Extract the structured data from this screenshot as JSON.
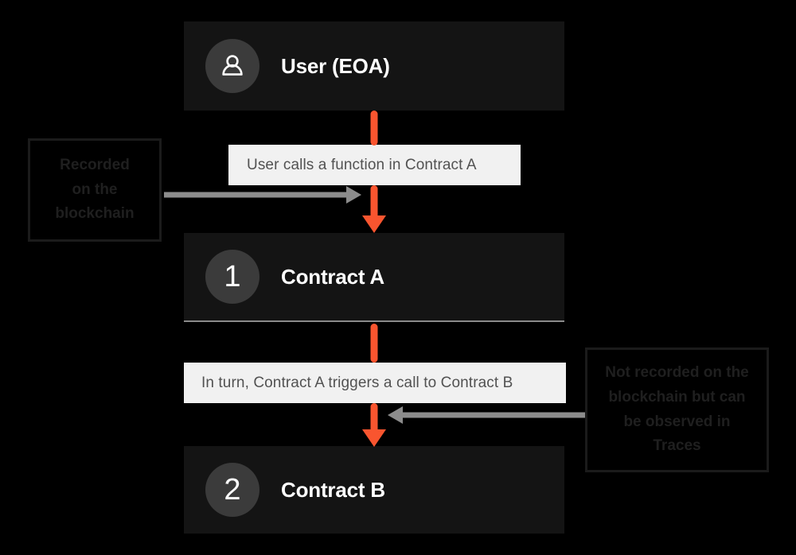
{
  "diagram": {
    "title": "Contract call flow",
    "background_color": "#000000",
    "accent_color": "#f9552f",
    "grey_color": "#8c8c8c",
    "node_bg_color": "#141414",
    "label_bg_color": "#f1f1f1"
  },
  "nodes": [
    {
      "id": "user",
      "badge_type": "person-icon",
      "badge_text": "",
      "label": "User (EOA)"
    },
    {
      "id": "contract-a",
      "badge_type": "number",
      "badge_text": "1",
      "label": "Contract A"
    },
    {
      "id": "contract-b",
      "badge_type": "number",
      "badge_text": "2",
      "label": "Contract B"
    }
  ],
  "messages": [
    {
      "id": "msg-1",
      "text": "User calls a function in Contract A"
    },
    {
      "id": "msg-2",
      "text": "In turn, Contract A triggers a call to Contract B"
    }
  ],
  "annotations": {
    "left": {
      "lines": [
        "Recorded",
        "on the",
        "blockchain"
      ],
      "full_text": "Recorded on the blockchain"
    },
    "right": {
      "lines": [
        "Not recorded on the",
        "blockchain but can",
        "be observed in",
        "Traces"
      ],
      "full_text": "Not recorded on the blockchain but can be observed in Traces"
    }
  }
}
